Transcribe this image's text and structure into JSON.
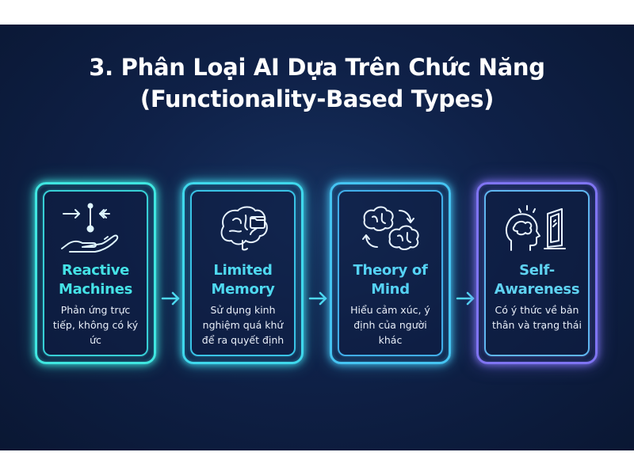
{
  "title": {
    "line1": "3. Phân Loại AI Dựa Trên Chức Năng",
    "line2": "(Functionality-Based Types)"
  },
  "cards": [
    {
      "title_line1": "Reactive",
      "title_line2": "Machines",
      "desc": [
        "Phản ứng trực",
        "tiếp, không có ký",
        "ức"
      ],
      "icon": "reactive-hand-arrows-icon"
    },
    {
      "title_line1": "Limited",
      "title_line2": "Memory",
      "desc": [
        "Sử dụng kinh",
        "nghiệm quá khứ",
        "để ra quyết định"
      ],
      "icon": "brain-folder-icon"
    },
    {
      "title_line1": "Theory of",
      "title_line2": "Mind",
      "desc": [
        "Hiểu cảm xúc, ý",
        "định của người",
        "khác"
      ],
      "icon": "two-brains-cycle-icon"
    },
    {
      "title_line1": "Self-",
      "title_line2": "Awareness",
      "desc": [
        "Có ý thức về bản",
        "thân và trạng thái"
      ],
      "icon": "head-mirror-icon"
    }
  ],
  "colors": {
    "background": "#0f2148",
    "cyan": "#3fe6e0",
    "blue": "#45c4f2",
    "purple": "#8b7df6"
  }
}
